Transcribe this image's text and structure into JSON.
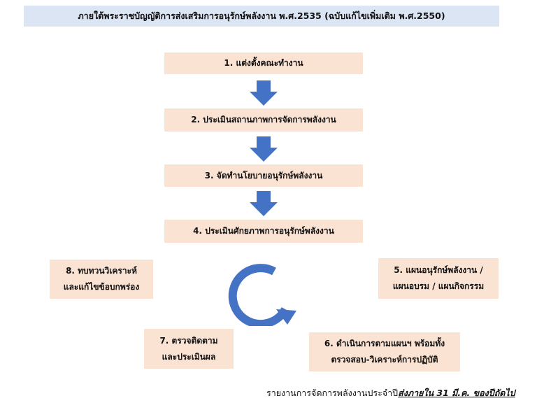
{
  "header": {
    "title": "ภายใต้พระราชบัญญัติการส่งเสริมการอนุรักษ์พลังงาน พ.ศ.2535 (ฉบับแก้ไขเพิ่มเติม พ.ศ.2550)"
  },
  "steps": [
    {
      "lines": [
        "1. แต่งตั้งคณะทำงาน"
      ]
    },
    {
      "lines": [
        "2. ประเมินสถานภาพการจัดการพลังงาน"
      ]
    },
    {
      "lines": [
        "3. จัดทำนโยบายอนุรักษ์พลังงาน"
      ]
    },
    {
      "lines": [
        "4. ประเมินศักยภาพการอนุรักษ์พลังงาน"
      ]
    },
    {
      "lines": [
        "5. แผนอนุรักษ์พลังงาน /",
        "แผนอบรม / แผนกิจกรรม"
      ]
    },
    {
      "lines": [
        "6. ดำเนินการตามแผนฯ พร้อมทั้ง",
        "ตรวจสอบ-วิเคราะห์การปฏิบัติ"
      ]
    },
    {
      "lines": [
        "7. ตรวจติดตาม",
        "และประเมินผล"
      ]
    },
    {
      "lines": [
        "8. ทบทวนวิเคราะห์",
        "และแก้ไขข้อบกพร่อง"
      ]
    }
  ],
  "footer": {
    "text": "รายงานการจัดการพลังงานประจำปี ",
    "emphasis": "ส่งภายใน 31 มี.ค. ของปีถัดไป"
  },
  "colors": {
    "header_bg": "#dbe5f3",
    "box_bg": "#fbe3d3",
    "arrow": "#4472c4"
  },
  "icons": {
    "down_arrow": "down-arrow-icon",
    "cycle": "cycle-arrow-icon"
  }
}
